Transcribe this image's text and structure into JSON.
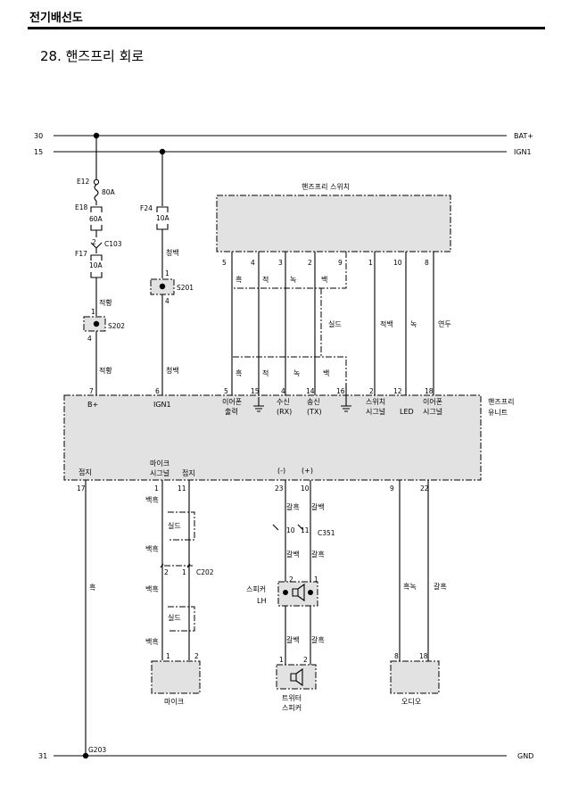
{
  "header": "전기배선도",
  "title": "28. 핸즈프리 회로",
  "rails": [
    {
      "no": "30",
      "name": "BAT+"
    },
    {
      "no": "15",
      "name": "IGN1"
    },
    {
      "no": "31",
      "name": "GND"
    }
  ],
  "fuses": {
    "e12": "E12",
    "e12_rating": "80A",
    "e18": "E18",
    "e18_rating": "60A",
    "c103_pin": "2",
    "c103": "C103",
    "f17": "F17",
    "f17_rating": "10A",
    "f24": "F24",
    "f24_rating": "10A"
  },
  "splices": {
    "s201": "S201",
    "s202": "S202",
    "s201_pin1": "1",
    "s201_pin4": "4",
    "s202_pin1": "1",
    "s202_pin4": "4"
  },
  "wire_colors": {
    "jeokhwang": "적황",
    "cheongbaek": "청백",
    "heuk": "흑",
    "jeok": "적",
    "nok": "녹",
    "baek": "백",
    "sildeu": "실드",
    "jeokbaek": "적백",
    "yeondu": "연두",
    "baekheuk": "백흑",
    "galheuk": "갈흑",
    "galbaek": "갈백",
    "heuknok": "흑녹"
  },
  "switch": {
    "title": "핸즈프리 스위치",
    "pins": [
      "5",
      "4",
      "3",
      "2",
      "9",
      "1",
      "10",
      "8"
    ]
  },
  "unit": {
    "name_line1": "핸즈프리",
    "name_line2": "유니트",
    "top_pins": [
      "7",
      "6",
      "5",
      "15",
      "4",
      "14",
      "16",
      "2",
      "12",
      "18"
    ],
    "top_labels": {
      "bplus": "B+",
      "ign1": "IGN1",
      "earphone_out_1": "이어폰",
      "earphone_out_2": "출력",
      "rx_1": "수신",
      "rx_2": "(RX)",
      "tx_1": "송신",
      "tx_2": "(TX)",
      "switch_sig_1": "스위치",
      "switch_sig_2": "시그널",
      "led": "LED",
      "earphone_sig_1": "이어폰",
      "earphone_sig_2": "시그널"
    },
    "bottom_pins": [
      "17",
      "1",
      "11",
      "23",
      "10",
      "9",
      "22"
    ],
    "bottom_labels": {
      "ground": "접지",
      "mic_sig_1": "마이크",
      "mic_sig_2": "시그널",
      "ground2": "접지",
      "minus": "(-)",
      "plus": "(+)"
    }
  },
  "connectors": {
    "c202": "C202",
    "c202_pin1": "1",
    "c202_pin2": "2",
    "c351": "C351",
    "c351_pin10": "10",
    "c351_pin11": "11",
    "g203": "G203"
  },
  "components": {
    "mic": "마이크",
    "mic_pins": [
      "1",
      "2"
    ],
    "speaker_1": "스피커",
    "speaker_2": "LH",
    "speaker_pins": [
      "2",
      "1"
    ],
    "tweeter_1": "트위터",
    "tweeter_2": "스피커",
    "tweeter_pins": [
      "1",
      "2"
    ],
    "audio": "오디오",
    "audio_pins": [
      "8",
      "18"
    ]
  }
}
